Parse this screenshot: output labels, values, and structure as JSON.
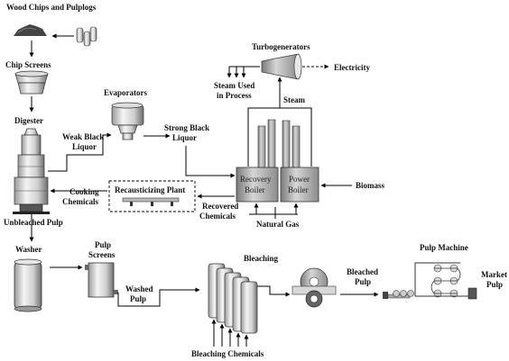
{
  "labels": {
    "wood_chips": "Wood Chips and Pulplogs",
    "chip_screens": "Chip Screens",
    "digester": "Digester",
    "evaporators": "Evaporators",
    "weak_black_liquor_1": "Weak Black",
    "weak_black_liquor_2": "Liquor",
    "strong_black_liquor_1": "Strong Black",
    "strong_black_liquor_2": "Liquor",
    "turbogenerators": "Turbogenerators",
    "electricity": "Electricity",
    "steam_used_1": "Steam Used",
    "steam_used_2": "in Process",
    "steam": "Steam",
    "recovery_boiler_1": "Recovery",
    "recovery_boiler_2": "Boiler",
    "power_boiler_1": "Power",
    "power_boiler_2": "Boiler",
    "biomass": "Biomass",
    "cooking_chemicals_1": "Cooking",
    "cooking_chemicals_2": "Chemicals",
    "recausticizing_plant": "Recausticizing Plant",
    "recovered_chemicals_1": "Recovered",
    "recovered_chemicals_2": "Chemicals",
    "natural_gas": "Natural Gas",
    "unbleached_pulp": "Unbleached Pulp",
    "washer": "Washer",
    "pulp_screens_1": "Pulp",
    "pulp_screens_2": "Screens",
    "washed_pulp_1": "Washed",
    "washed_pulp_2": "Pulp",
    "bleaching": "Bleaching",
    "bleaching_chemicals": "Bleaching Chemicals",
    "bleached_pulp_1": "Bleached",
    "bleached_pulp_2": "Pulp",
    "pulp_machine": "Pulp Machine",
    "market_pulp_1": "Market",
    "market_pulp_2": "Pulp"
  }
}
